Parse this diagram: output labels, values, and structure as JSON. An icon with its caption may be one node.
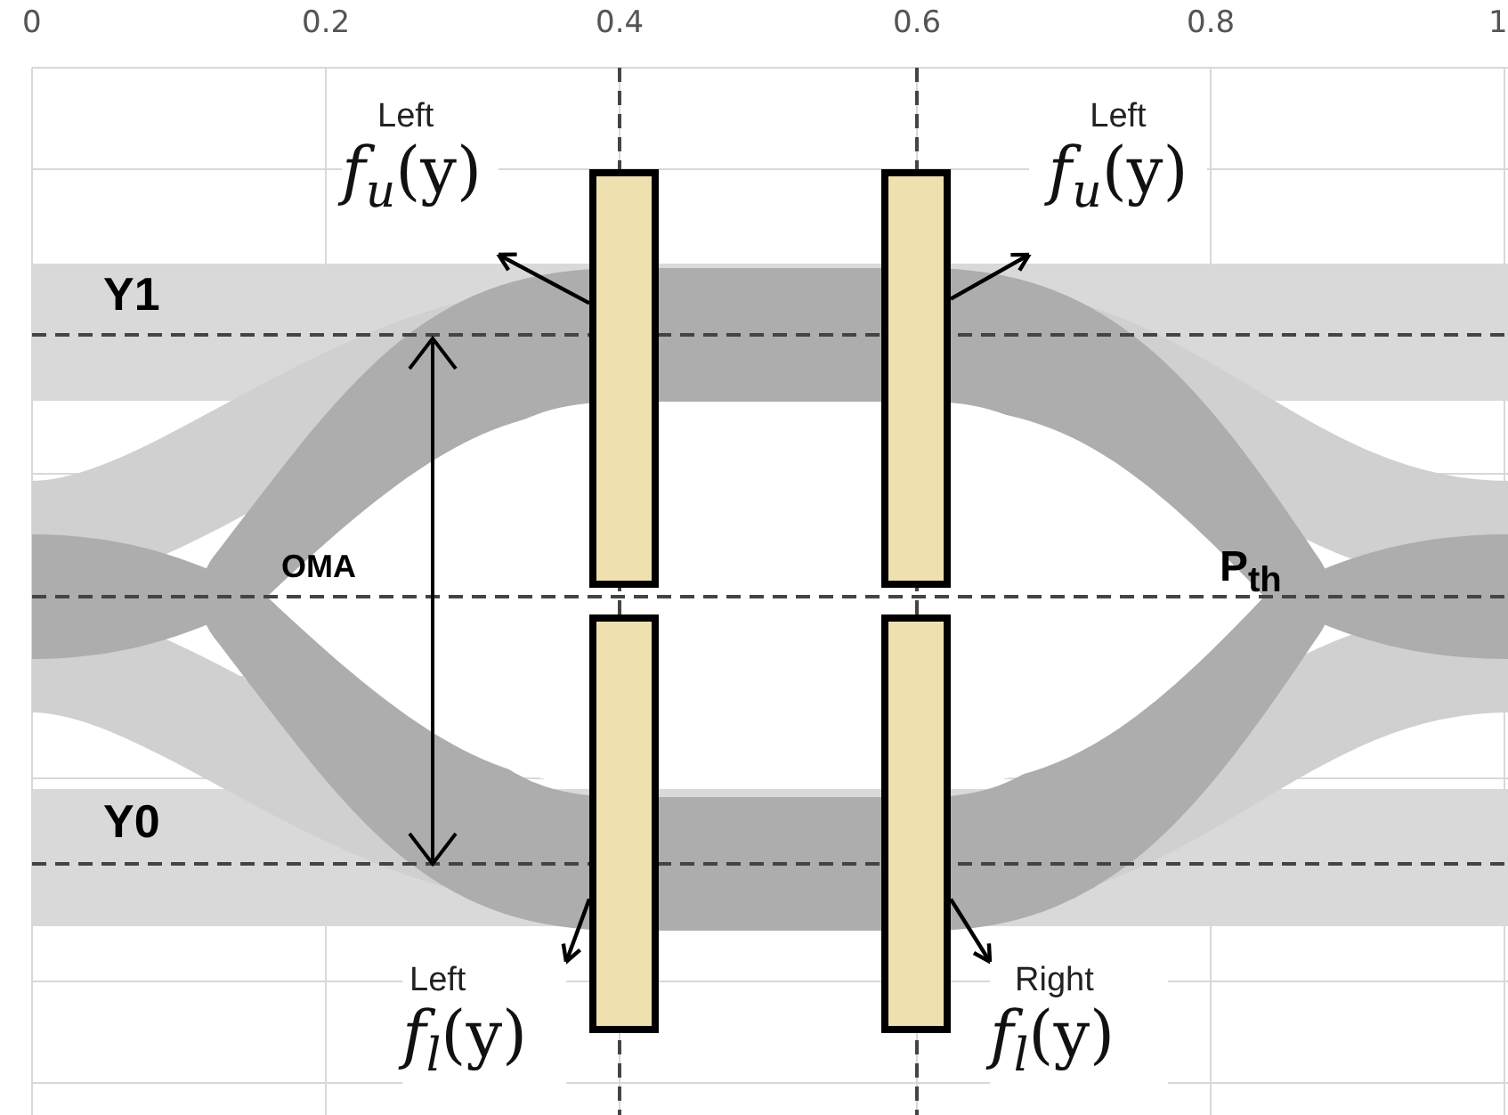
{
  "diagram": {
    "nodes": [
      {
        "text": [
          "Left",
          "*f*$_{u}$(y)"
        ]
      },
      {
        "text": [],
        "shape": "bar"
      },
      {
        "text": [],
        "shape": "bar"
      },
      {
        "text": [
          "Left",
          "*f*$_{u}$(y)"
        ]
      },
      {
        "text": [],
        "shape": "bar"
      },
      {
        "text": [],
        "shape": "bar"
      },
      {
        "text": [
          "Left",
          "*f*$_{l}$(y)"
        ]
      },
      {
        "text": [
          "Right",
          "*f*$_{l}$(y)"
        ]
      }
    ],
    "edges": [
      {
        "from": 1,
        "to": 0,
        "arrow": "to"
      },
      {
        "from": 2,
        "to": 3,
        "arrow": "to"
      },
      {
        "from": 4,
        "to": 6,
        "arrow": "to"
      },
      {
        "from": 5,
        "to": 7,
        "arrow": "to"
      }
    ],
    "labels": [
      "0",
      "0.2",
      "0.4",
      "0.6",
      "0.8",
      "1",
      "Y1",
      "OMA",
      "P$_{th}$",
      "Y0"
    ]
  }
}
